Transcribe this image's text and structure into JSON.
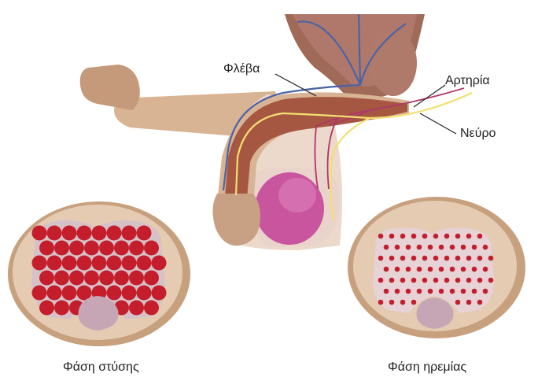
{
  "labels": {
    "vein": "Φλέβα",
    "artery": "Αρτηρία",
    "nerve": "Νεύρο"
  },
  "captions": {
    "erect": "Φάση στύσης",
    "flaccid": "Φάση ηρεμίας"
  },
  "colors": {
    "skin": "#d6ad8d",
    "skin_dark": "#c49a78",
    "tissue": "#a55742",
    "vein": "#4a63a6",
    "artery": "#b0356a",
    "nerve": "#f2e070",
    "blood": "#c41e2c",
    "corpus_bg": "#d7c1c9",
    "corpus_pale": "#e7d2d6",
    "spongy": "#c6a6b4",
    "testis": "#c9559e"
  }
}
